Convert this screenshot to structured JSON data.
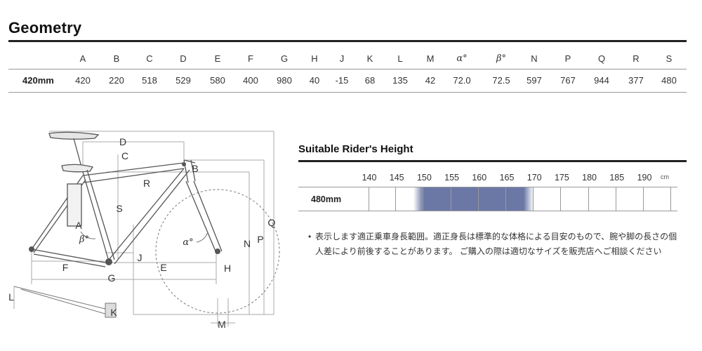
{
  "geometry": {
    "title": "Geometry",
    "columns": [
      "A",
      "B",
      "C",
      "D",
      "E",
      "F",
      "G",
      "H",
      "J",
      "K",
      "L",
      "M",
      "α°",
      "β°",
      "N",
      "P",
      "Q",
      "R",
      "S"
    ],
    "rows": [
      {
        "size": "420mm",
        "values": [
          "420",
          "220",
          "518",
          "529",
          "580",
          "400",
          "980",
          "40",
          "-15",
          "68",
          "135",
          "42",
          "72.0",
          "72.5",
          "597",
          "767",
          "944",
          "377",
          "480"
        ]
      }
    ]
  },
  "diagram": {
    "labels": [
      "D",
      "C",
      "B",
      "R",
      "S",
      "A",
      "β°",
      "α°",
      "N",
      "P",
      "Q",
      "J",
      "F",
      "E",
      "G",
      "H",
      "L",
      "K",
      "M"
    ]
  },
  "rider": {
    "title": "Suitable Rider's Height",
    "heights": [
      "140",
      "145",
      "150",
      "155",
      "160",
      "165",
      "170",
      "175",
      "180",
      "185",
      "190"
    ],
    "unit": "cm",
    "rows": [
      {
        "size": "480mm",
        "range": [
          150,
          170
        ]
      }
    ],
    "fill_color": "#6b78a6",
    "note": "表示します適正乗車身長範囲。適正身長は標準的な体格による目安のもので、腕や脚の長さの個人差により前後することがあります。 ご購入の際は適切なサイズを販売店へご相談ください",
    "bullet": "•"
  }
}
